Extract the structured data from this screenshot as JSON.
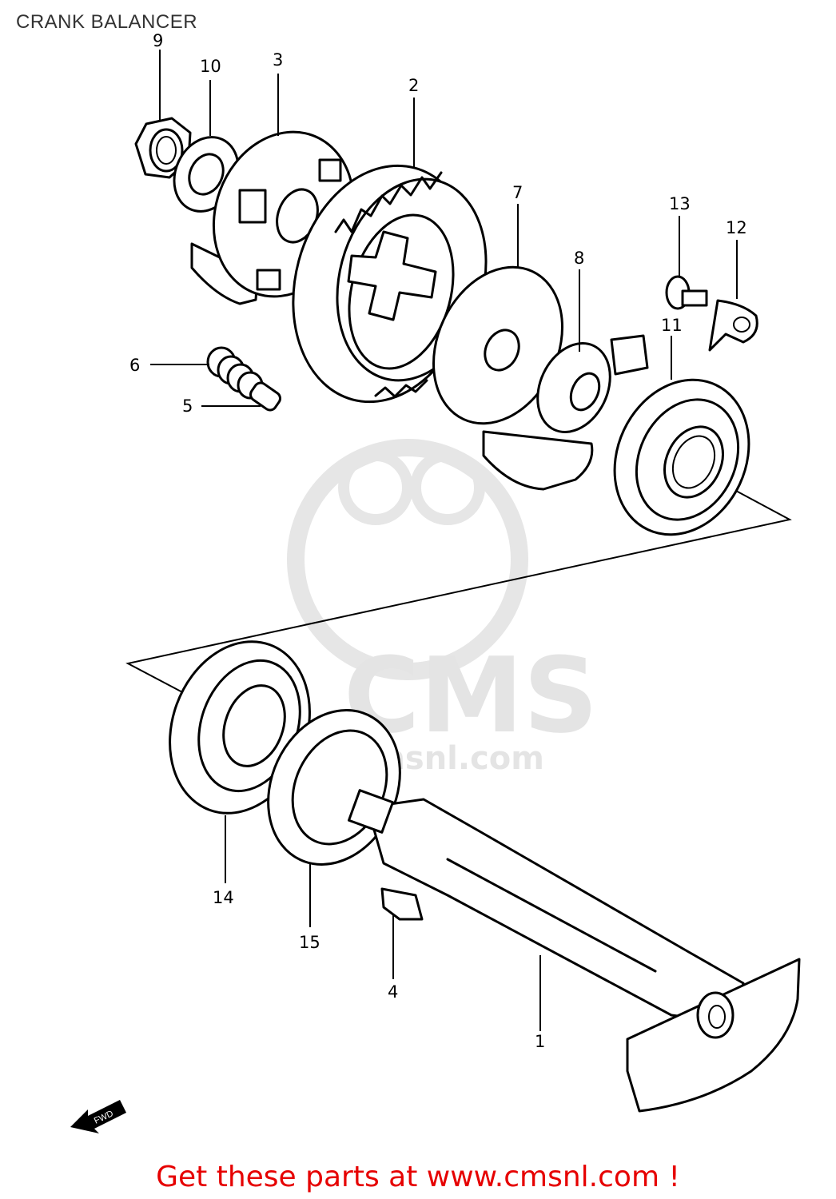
{
  "title": "CRANK BALANCER",
  "watermark": {
    "brand": "CMS",
    "url": "www.cmsnl.com"
  },
  "fwd_label": "FWD",
  "callouts": {
    "c1": "1",
    "c2": "2",
    "c3": "3",
    "c4": "4",
    "c5": "5",
    "c6": "6",
    "c7": "7",
    "c8": "8",
    "c9": "9",
    "c10": "10",
    "c11": "11",
    "c12": "12",
    "c13": "13",
    "c14": "14",
    "c15": "15"
  },
  "footer": "Get these parts at www.cmsnl.com !",
  "colors": {
    "footer": "#e60000",
    "line": "#000000",
    "watermark": "#e4e4e4"
  }
}
